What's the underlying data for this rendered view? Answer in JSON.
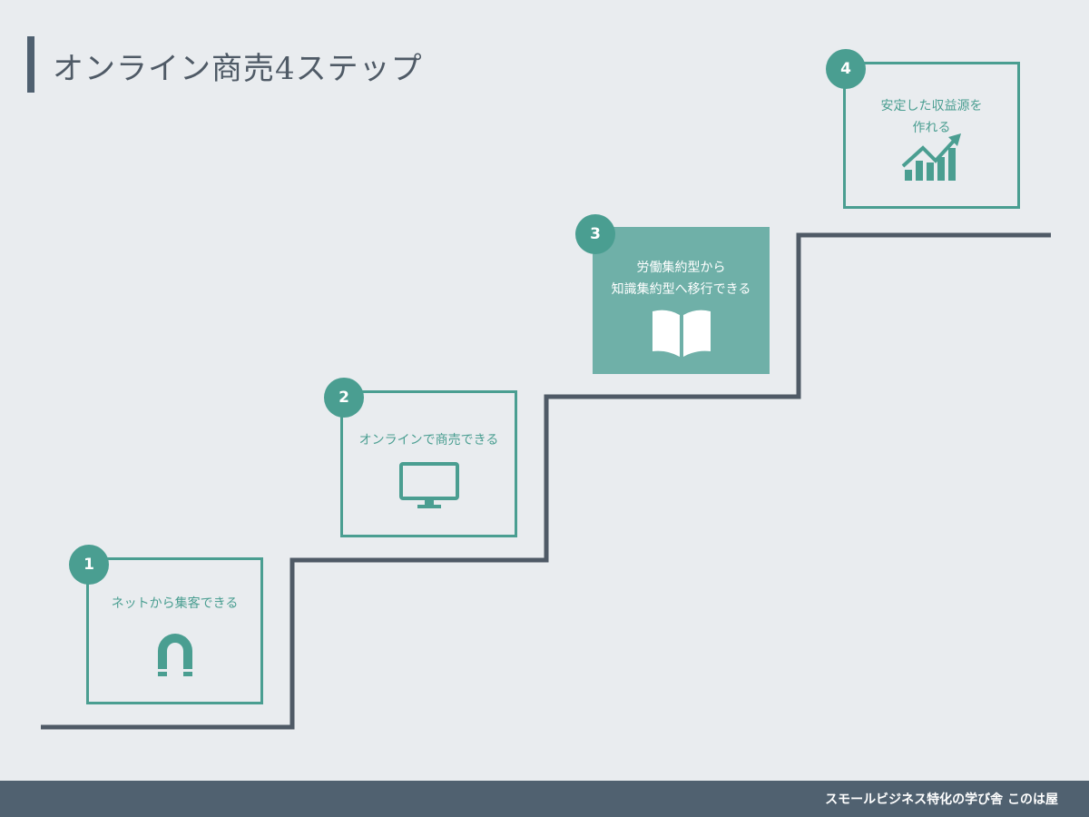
{
  "title": "オンライン商売4ステップ",
  "steps": [
    {
      "number": "1",
      "label": "ネットから集客できる",
      "icon": "magnet-icon"
    },
    {
      "number": "2",
      "label": "オンラインで商売できる",
      "icon": "monitor-icon"
    },
    {
      "number": "3",
      "label_line1": "労働集約型から",
      "label_line2": "知識集約型へ移行できる",
      "icon": "book-icon"
    },
    {
      "number": "4",
      "label_line1": "安定した収益源を",
      "label_line2": "作れる",
      "icon": "growth-chart-icon"
    }
  ],
  "footer": "スモールビジネス特化の学び舎 このは屋",
  "colors": {
    "accent": "#4a9e91",
    "filled": "#6fb0a8",
    "dark": "#4f6070",
    "background": "#e9ecef"
  }
}
